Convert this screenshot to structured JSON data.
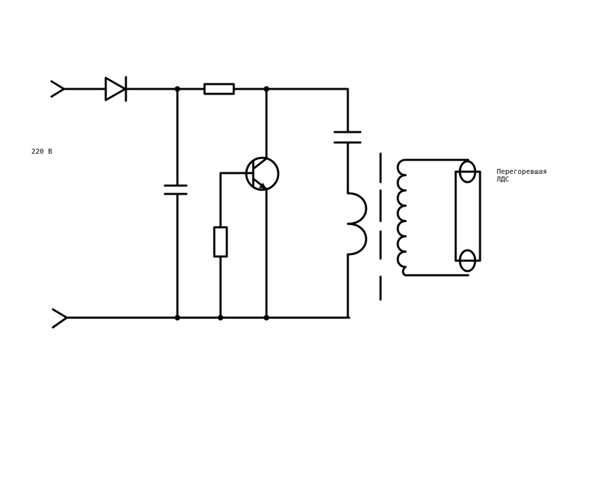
{
  "labels": {
    "voltage": "220 В",
    "lamp_line1": "Перегоревшая",
    "lamp_line2": "ЛДС"
  },
  "colors": {
    "background": "#ffffff",
    "ink": "#000000"
  }
}
